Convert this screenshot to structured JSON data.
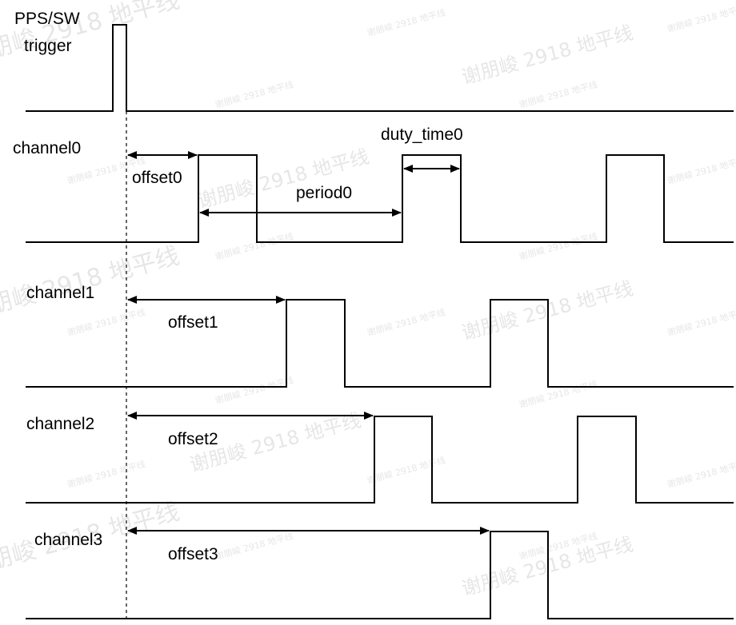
{
  "trigger": {
    "label_line1": "PPS/SW",
    "label_line2": "trigger"
  },
  "channels": [
    {
      "name": "channel0",
      "offset_label": "offset0",
      "period_label": "period0",
      "duty_label": "duty_time0"
    },
    {
      "name": "channel1",
      "offset_label": "offset1"
    },
    {
      "name": "channel2",
      "offset_label": "offset2"
    },
    {
      "name": "channel3",
      "offset_label": "offset3"
    }
  ],
  "watermark": "谢朋峻 2918 地平线"
}
